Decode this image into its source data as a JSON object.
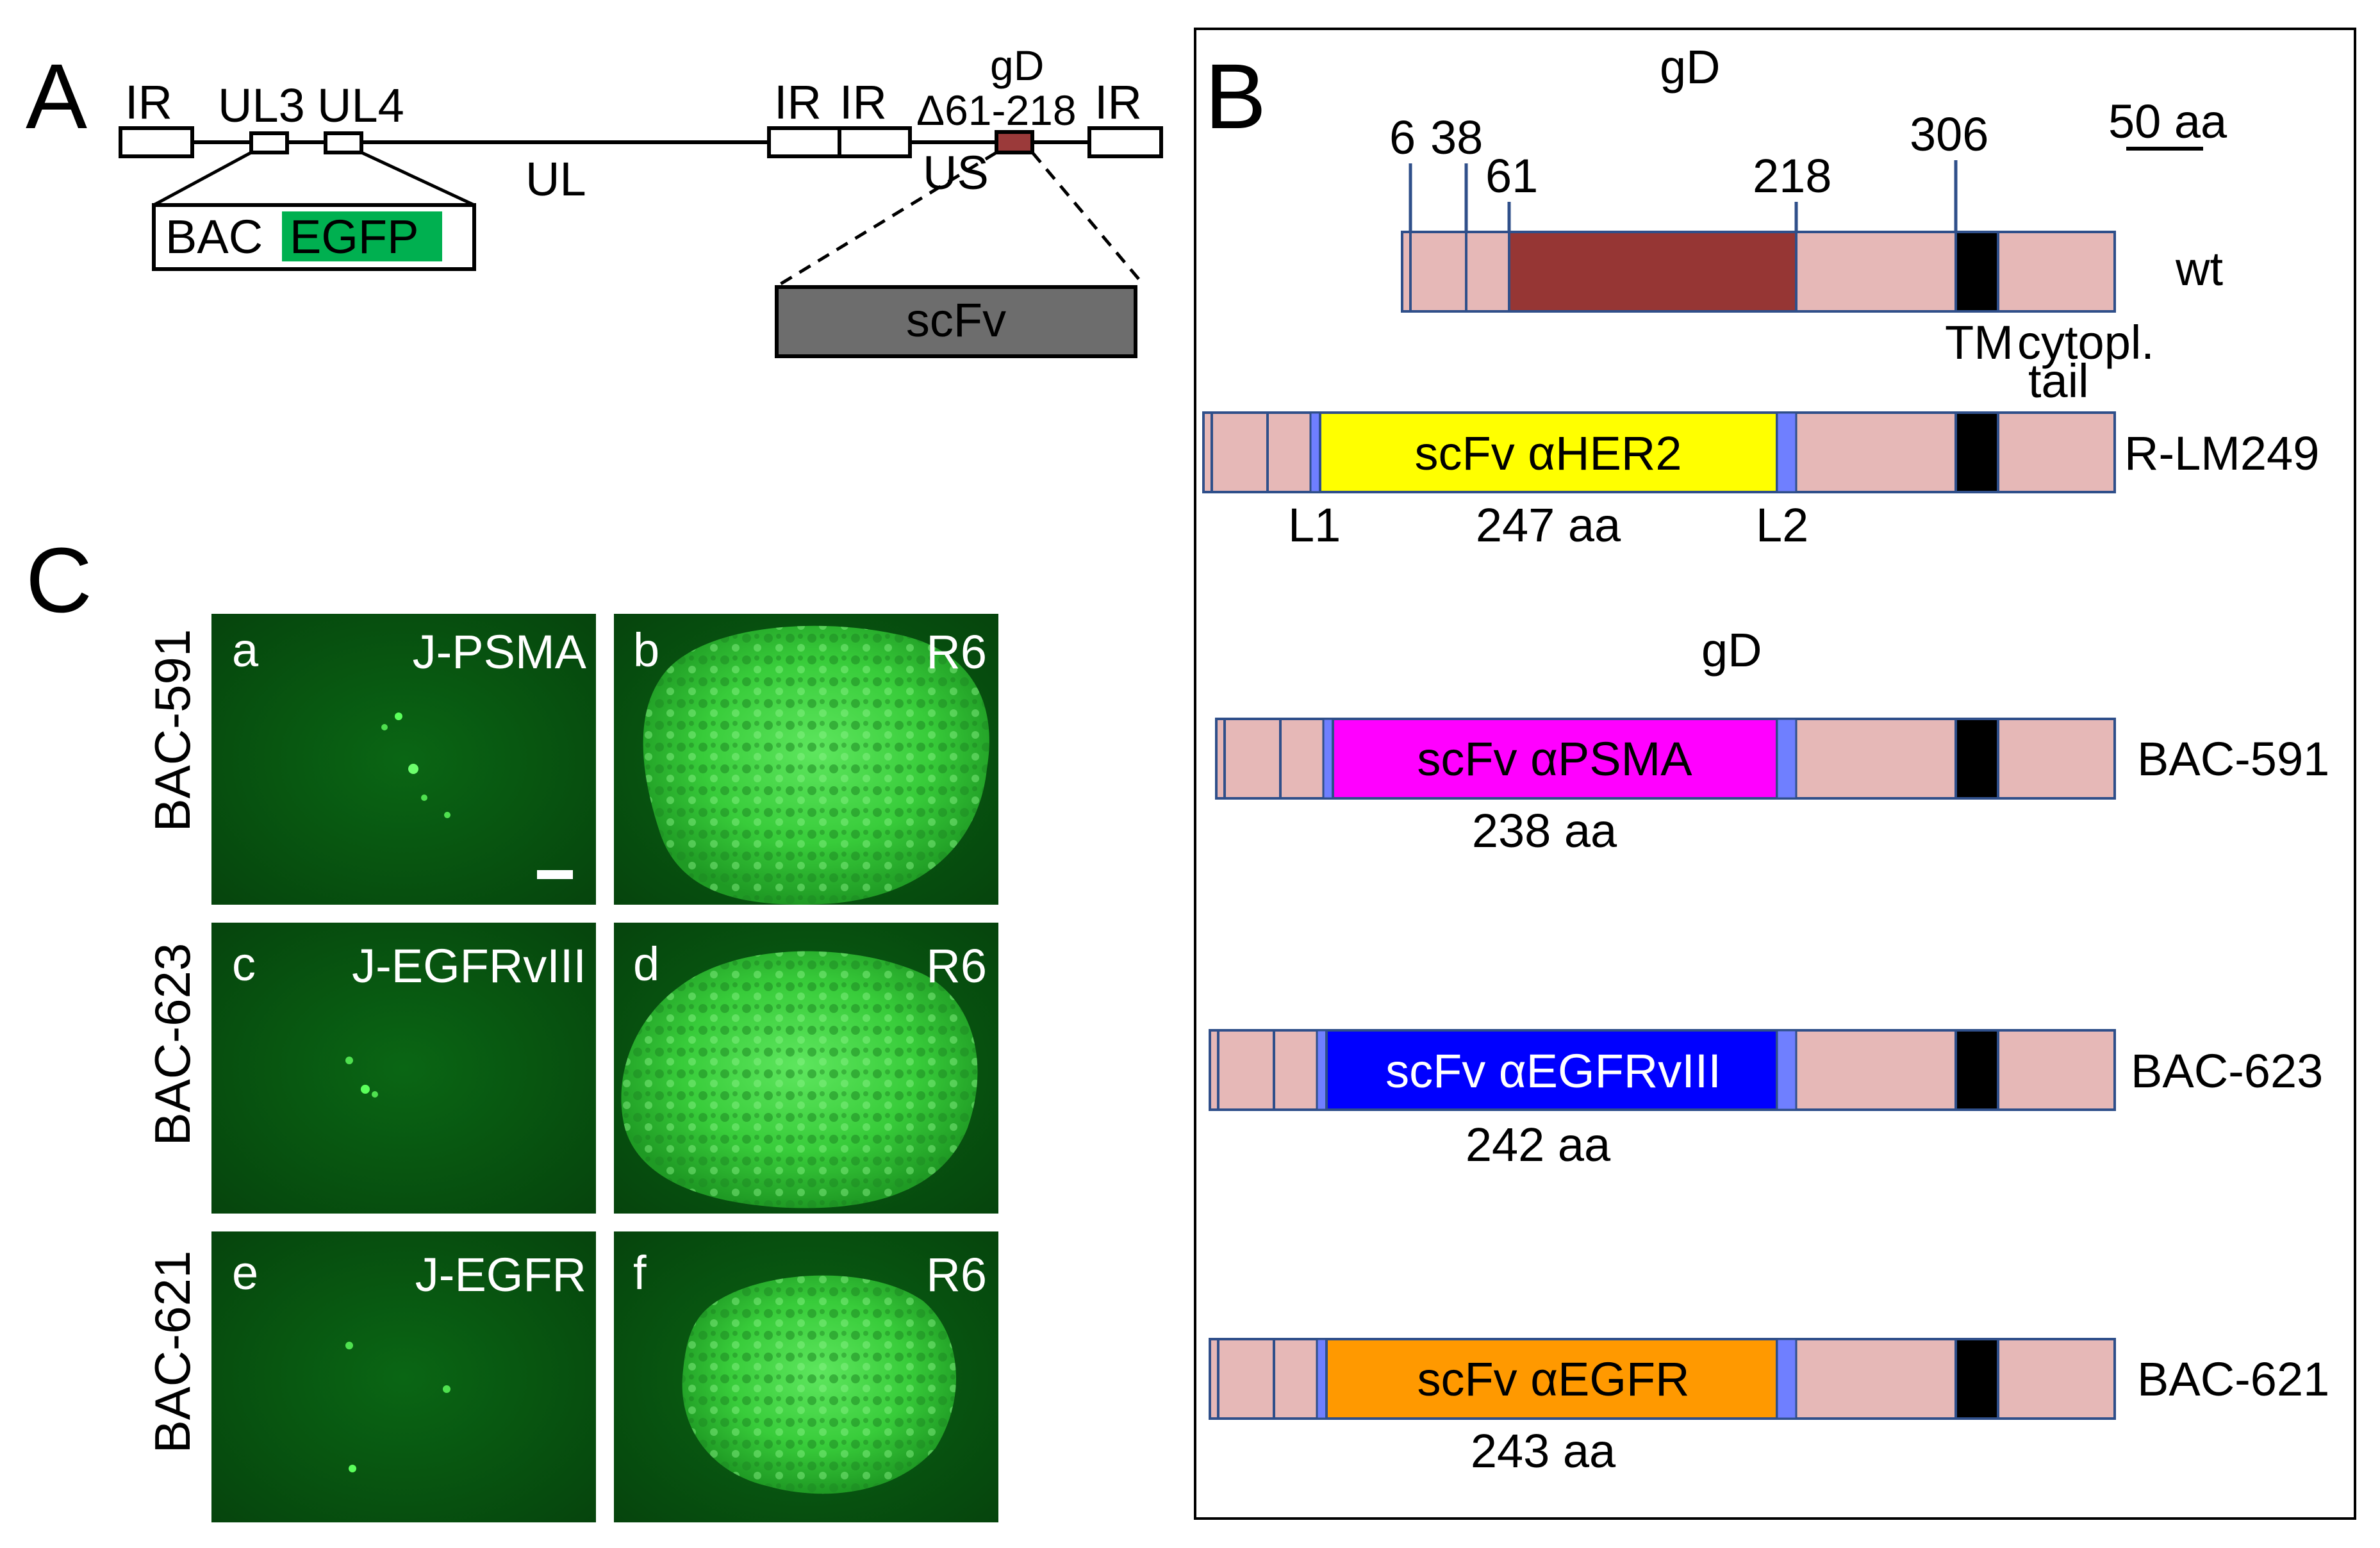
{
  "panel_A": {
    "letter": "A",
    "genome_labels": [
      "IR",
      "UL3",
      "UL4",
      "UL",
      "IR",
      "IR",
      "US",
      "IR"
    ],
    "gd_label": "gD",
    "deletion_label": "Δ61-218",
    "bac_label": "BAC",
    "egfp_label": "EGFP",
    "scfv_label": "scFv",
    "colors": {
      "egfp": "#00b050",
      "scfv": "#6d6d6d",
      "gd_box": "#9b3a3a"
    }
  },
  "panel_B": {
    "letter": "B",
    "gd_title_1": "gD",
    "gd_title_2": "gD",
    "scale_label": "50 aa",
    "positions": [
      "6",
      "38",
      "61",
      "218",
      "306"
    ],
    "wt_label": "wt",
    "tm_label": "TM",
    "cyto_label_1": "cytopl.",
    "cyto_label_2": "tail",
    "linker_1": "L1",
    "linker_2": "L2",
    "constructs": [
      {
        "insert": "scFv αHER2",
        "length": "247 aa",
        "name": "R-LM249",
        "color": "#ffff00",
        "text_color": "#000000"
      },
      {
        "insert": "scFv αPSMA",
        "length": "238 aa",
        "name": "BAC-591",
        "color": "#ff00ff",
        "text_color": "#000000"
      },
      {
        "insert": "scFv αEGFRvIII",
        "length": "242 aa",
        "name": "BAC-623",
        "color": "#0000ff",
        "text_color": "#ffffff"
      },
      {
        "insert": "scFv αEGFR",
        "length": "243 aa",
        "name": "BAC-621",
        "color": "#ff9900",
        "text_color": "#000000"
      }
    ],
    "colors": {
      "gd_body": "#e6b8b7",
      "deleted_region": "#963634",
      "linker": "#6f7fff",
      "tm": "#000000"
    }
  },
  "panel_C": {
    "letter": "C",
    "rows": [
      {
        "name": "BAC-591",
        "left_letter": "a",
        "left_cell": "J-PSMA",
        "right_letter": "b",
        "right_cell": "R6"
      },
      {
        "name": "BAC-623",
        "left_letter": "c",
        "left_cell": "J-EGFRvIII",
        "right_letter": "d",
        "right_cell": "R6"
      },
      {
        "name": "BAC-621",
        "left_letter": "e",
        "left_cell": "J-EGFR",
        "right_letter": "f",
        "right_cell": "R6"
      }
    ]
  }
}
